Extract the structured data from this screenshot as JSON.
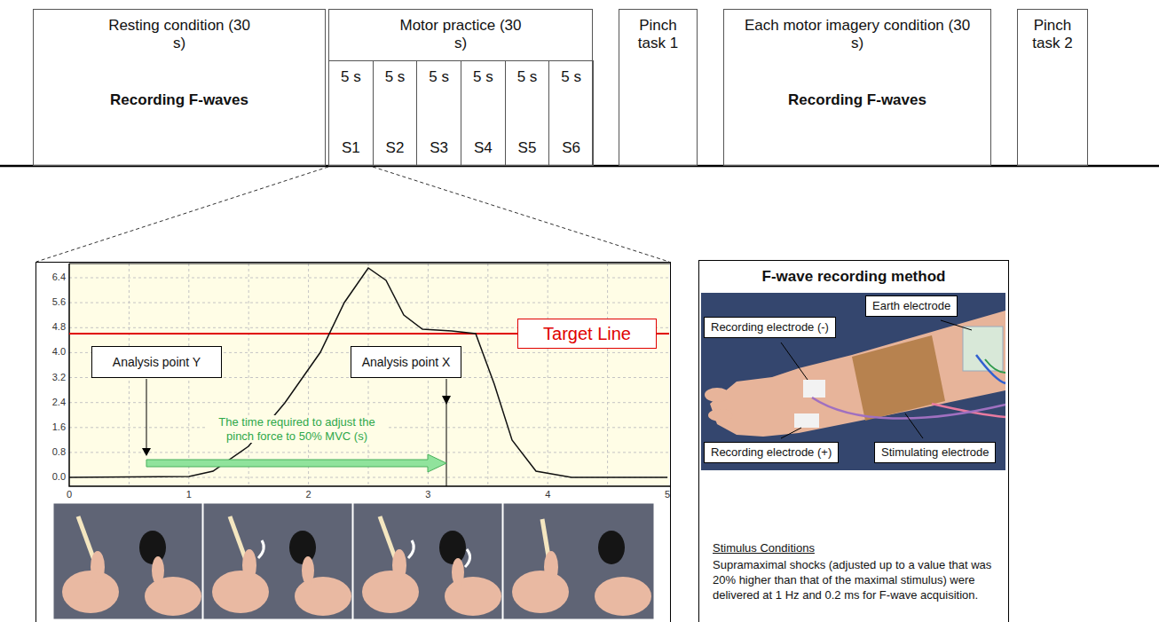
{
  "diagram": {
    "nodes": [
      {
        "text": [
          "Resting condition (30 s)",
          "Recording F-waves"
        ]
      },
      {
        "text": [
          "Motor practice (30 s)"
        ]
      },
      {
        "text": [
          "5 s",
          "S1"
        ],
        "in": 1
      },
      {
        "text": [
          "5 s",
          "S2"
        ],
        "in": 1
      },
      {
        "text": [
          "5 s",
          "S3"
        ],
        "in": 1
      },
      {
        "text": [
          "5 s",
          "S4"
        ],
        "in": 1
      },
      {
        "text": [
          "5 s",
          "S5"
        ],
        "in": 1
      },
      {
        "text": [
          "5 s",
          "S6"
        ],
        "in": 1
      },
      {
        "text": [
          "Pinch task 1"
        ]
      },
      {
        "text": [
          "Each motor imagery condition (30 s)",
          "Recording F-waves"
        ]
      },
      {
        "text": [
          "Pinch task 2"
        ]
      },
      {
        "text": [
          "Target Line"
        ]
      },
      {
        "text": [
          "Analysis point Y"
        ]
      },
      {
        "text": [
          "Analysis point X"
        ]
      },
      {
        "text": [
          "F-wave recording method",
          "Stimulus Conditions",
          "Supramaximal shocks (adjusted up to a value that was 20% higher than that of the maximal stimulus) were delivered at 1 Hz and 0.2 ms for F-wave acquisition."
        ]
      },
      {
        "text": [
          "Earth electrode"
        ],
        "in": 14
      },
      {
        "text": [
          "Recording electrode (-)"
        ],
        "in": 14
      },
      {
        "text": [
          "Recording electrode (+)"
        ],
        "in": 14
      },
      {
        "text": [
          "Stimulating electrode"
        ],
        "in": 14
      }
    ],
    "labels": [
      "6.4",
      "5.6",
      "4.8",
      "4.0",
      "3.2",
      "2.4",
      "1.6",
      "0.8",
      "0.0",
      "0",
      "1",
      "2",
      "3",
      "4",
      "5",
      "The time required to adjust the pinch force to 50% MVC (s)"
    ]
  }
}
